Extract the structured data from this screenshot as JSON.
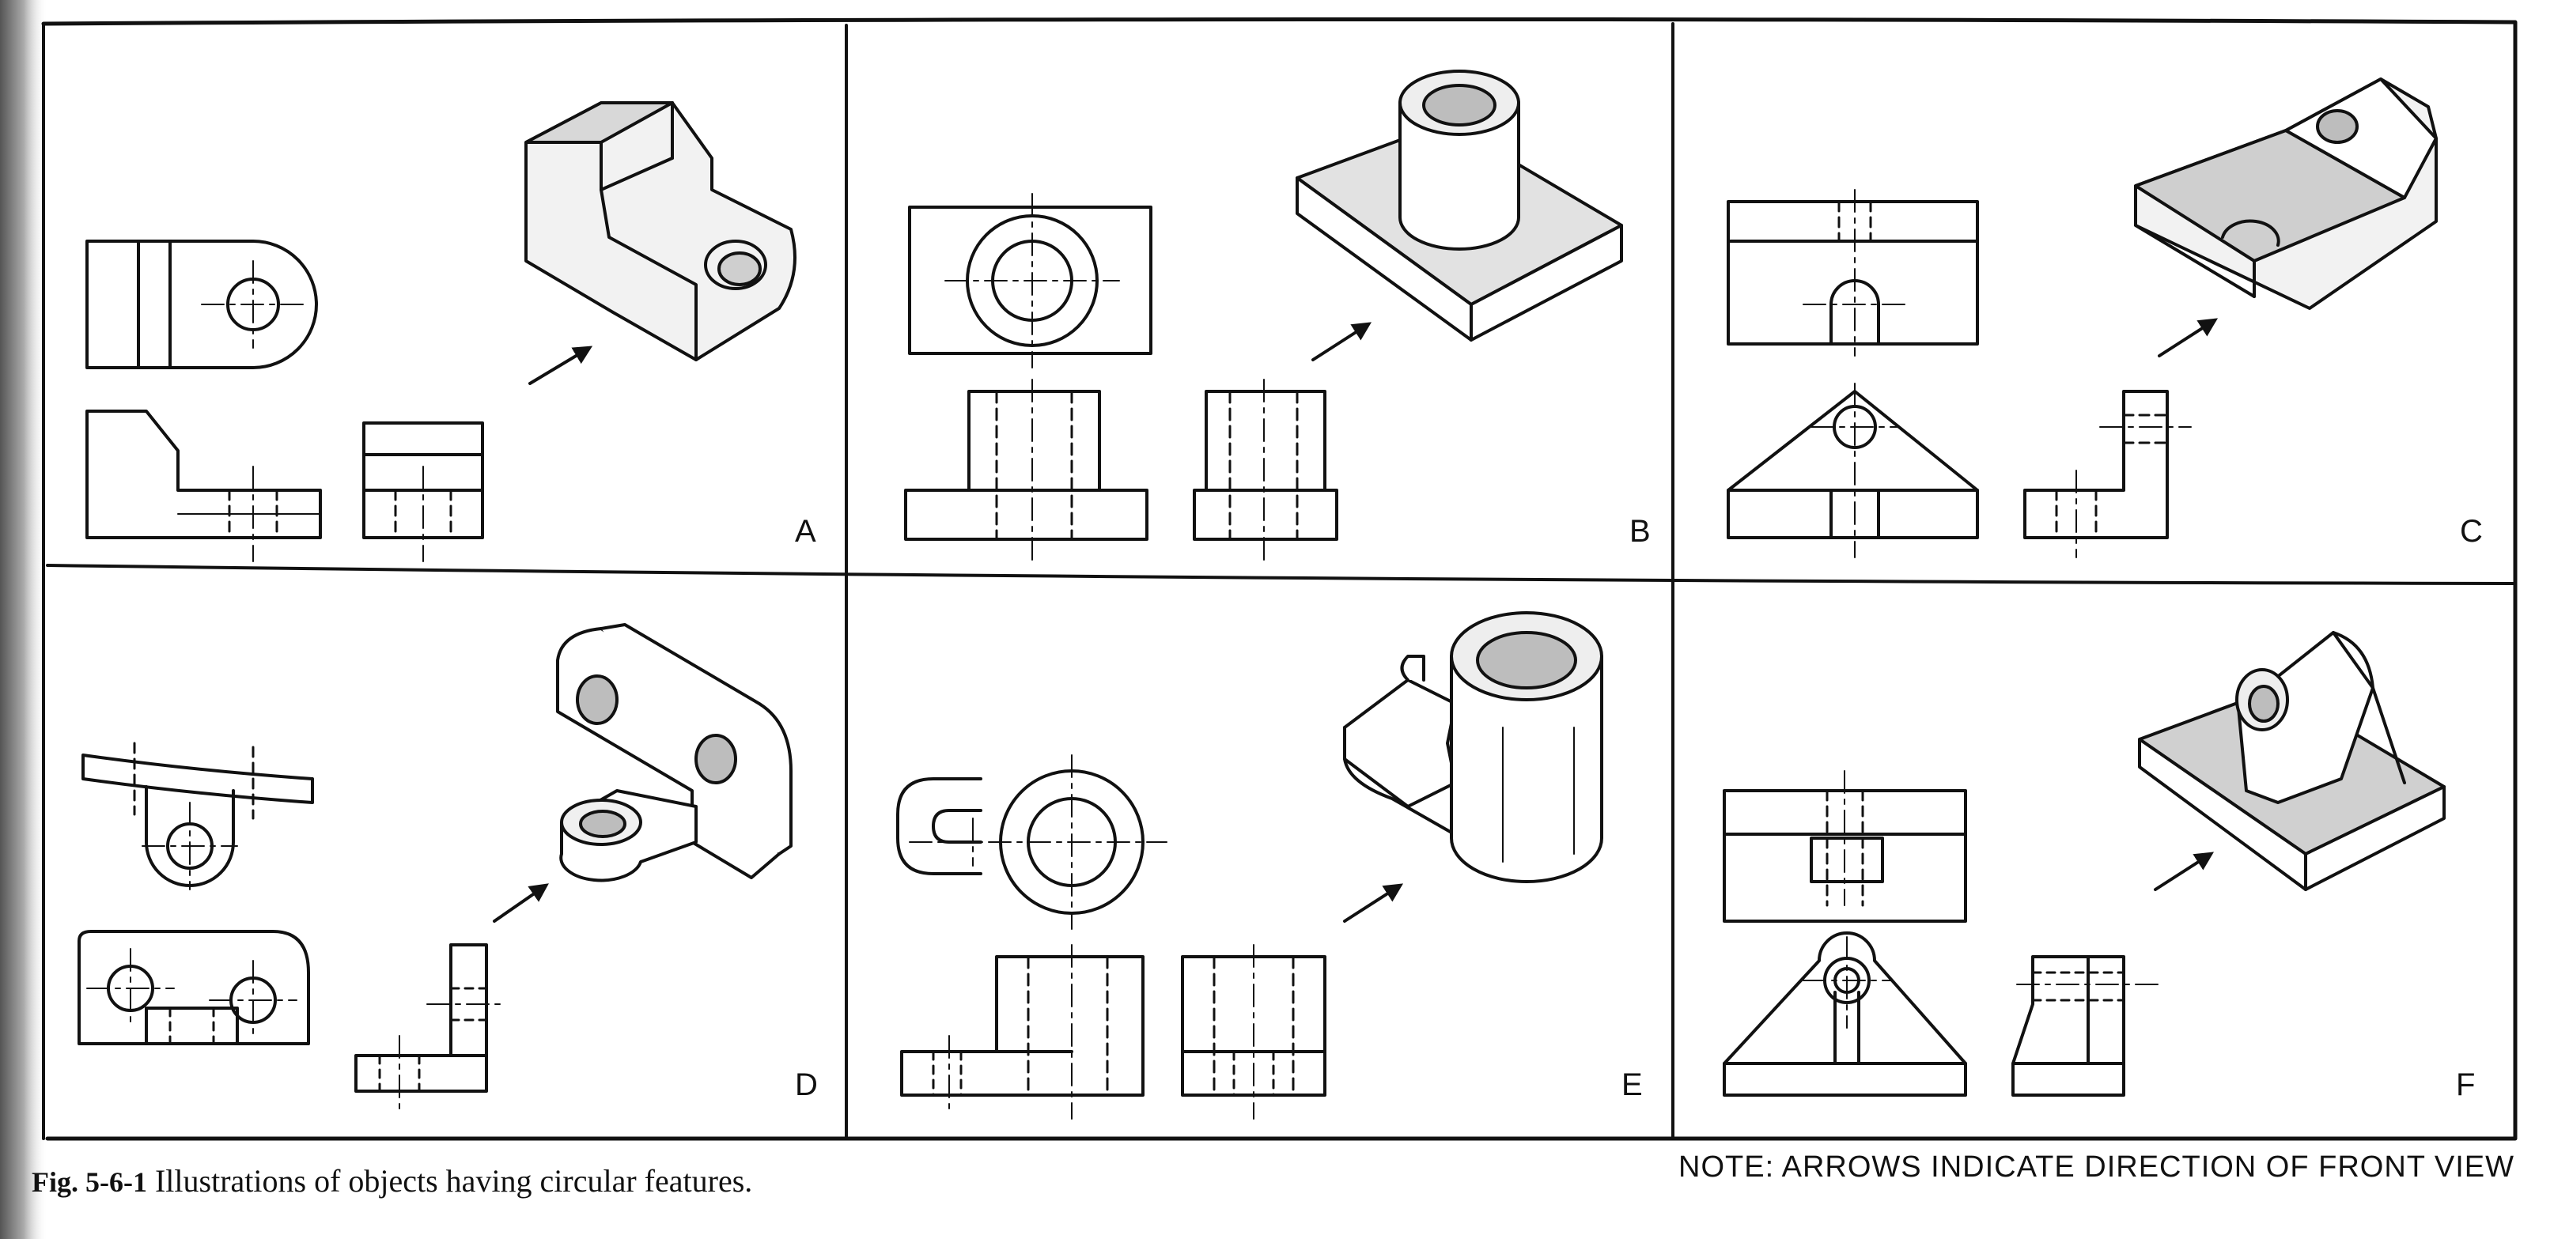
{
  "figure": {
    "caption_label": "Fig. 5-6-1",
    "caption_text": "Illustrations of objects having circular features.",
    "note": "NOTE: ARROWS INDICATE DIRECTION OF FRONT VIEW"
  },
  "panels": [
    {
      "letter": "A"
    },
    {
      "letter": "B"
    },
    {
      "letter": "C"
    },
    {
      "letter": "D"
    },
    {
      "letter": "E"
    },
    {
      "letter": "F"
    }
  ]
}
